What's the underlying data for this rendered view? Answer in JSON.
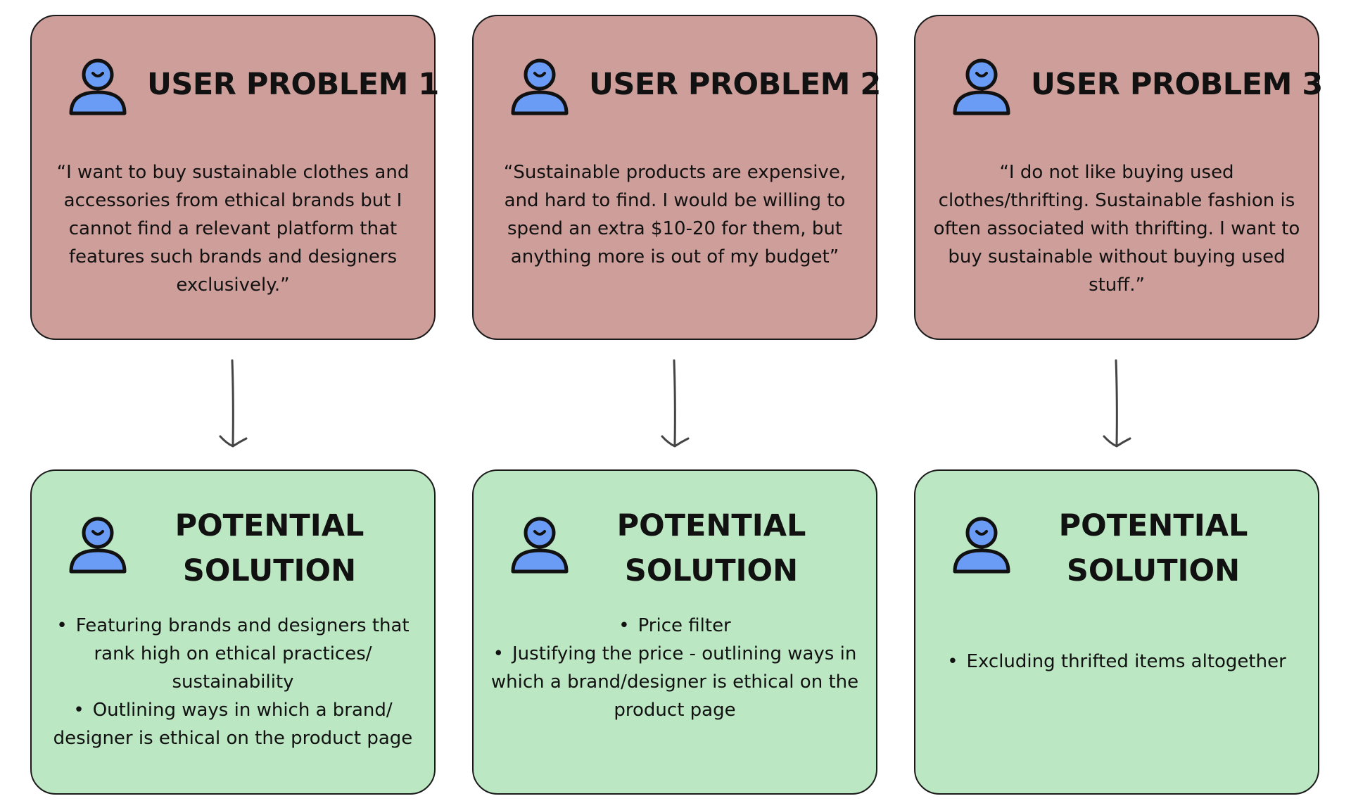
{
  "columns": [
    {
      "problem": {
        "title": "USER PROBLEM 1",
        "quote": "“I want to buy sustainable clothes and accessories from ethical brands but I cannot find a relevant platform that features such brands and designers exclusively.”",
        "icon": "user-icon"
      },
      "solution": {
        "title": "POTENTIAL SOLUTION",
        "bullets": [
          "Featuring brands and designers that rank high on ethical practices/ sustainability",
          "Outlining ways in which a brand/ designer is ethical on the product page"
        ],
        "icon": "user-icon"
      }
    },
    {
      "problem": {
        "title": "USER PROBLEM 2",
        "quote": "“Sustainable products are expensive, and hard to find. I would be willing to spend an extra $10-20 for them, but anything more is out of my budget”",
        "icon": "user-icon"
      },
      "solution": {
        "title": "POTENTIAL SOLUTION",
        "bullets": [
          "Price filter",
          "Justifying the price - outlining ways in which a brand/designer is ethical on the product page"
        ],
        "icon": "user-icon"
      }
    },
    {
      "problem": {
        "title": "USER PROBLEM 3",
        "quote": "“I do not like buying used clothes/thrifting. Sustainable fashion is often associated with thrifting. I want to buy sustainable without buying used stuff.”",
        "icon": "user-icon"
      },
      "solution": {
        "title": "POTENTIAL SOLUTION",
        "bullets": [
          "Excluding thrifted items altogether"
        ],
        "icon": "user-icon"
      }
    }
  ],
  "colors": {
    "problem_fill": "#cd9e9a",
    "solution_fill": "#bce7c3",
    "avatar_fill": "#6b9cf5",
    "outline": "#1a1a1a",
    "arrow": "#444444"
  }
}
